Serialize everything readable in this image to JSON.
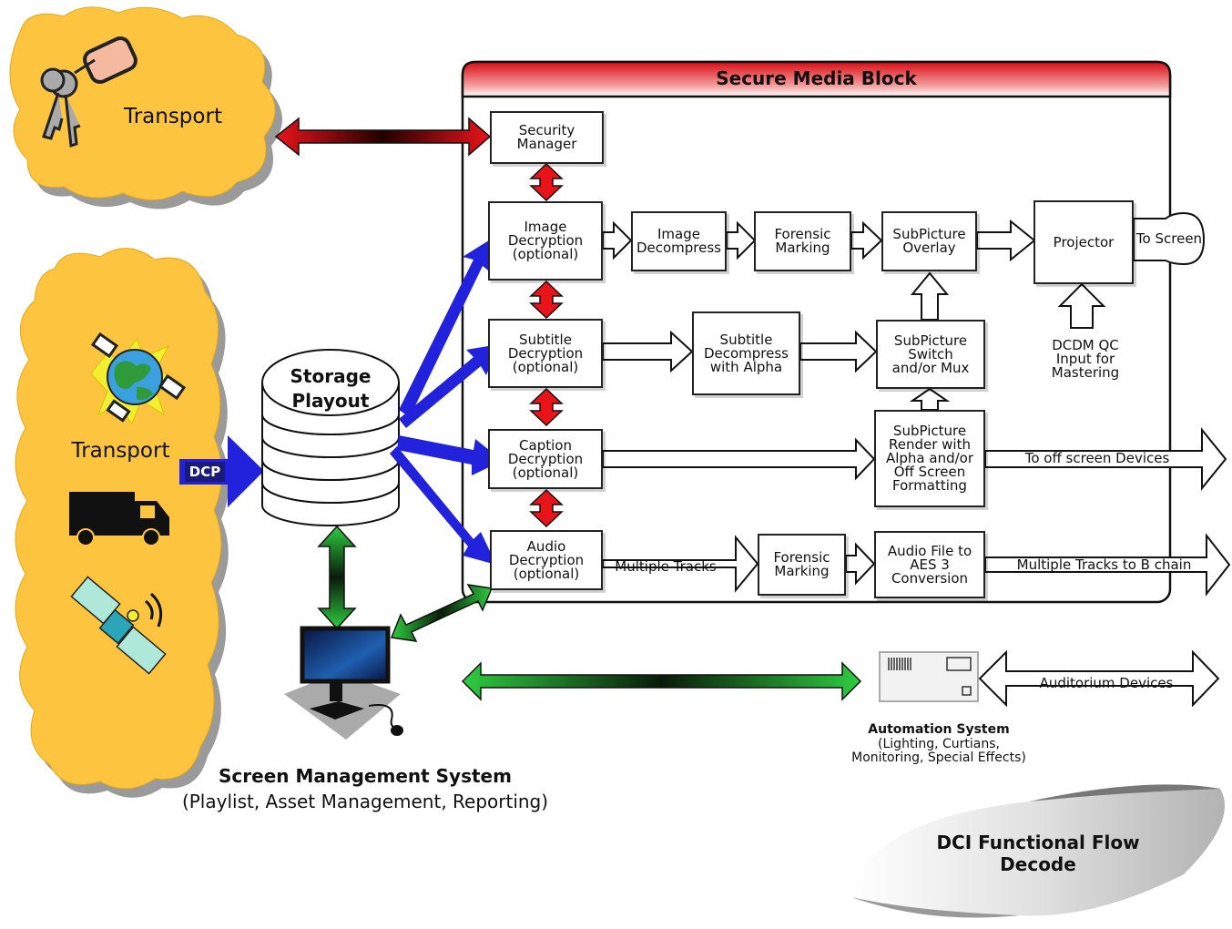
{
  "secure_media_block": {
    "title": "Secure Media Block"
  },
  "transport_top": {
    "label": "Transport"
  },
  "transport_left": {
    "label": "Transport",
    "dcp": "DCP"
  },
  "storage": {
    "label": "Storage\nPlayout"
  },
  "boxes": {
    "security_manager": "Security\nManager",
    "image_decryption": "Image\nDecryption\n(optional)",
    "image_decompress": "Image\nDecompress",
    "forensic_marking_image": "Forensic\nMarking",
    "subpicture_overlay": "SubPicture\nOverlay",
    "projector": "Projector",
    "to_screen": "To Screen",
    "subtitle_decryption": "Subtitle\nDecryption\n(optional)",
    "subtitle_decompress": "Subtitle\nDecompress\nwith Alpha",
    "subpicture_switch": "SubPicture\nSwitch\nand/or Mux",
    "caption_decryption": "Caption\nDecryption\n(optional)",
    "subpicture_render": "SubPicture\nRender with\nAlpha and/or\nOff Screen\nFormatting",
    "audio_decryption": "Audio\nDecryption\n(optional)",
    "forensic_marking_audio": "Forensic\nMarking",
    "audio_file_conversion": "Audio File to\nAES 3\nConversion"
  },
  "labels": {
    "dcdm_qc": "DCDM QC\nInput for\nMastering",
    "to_off_screen": "To off screen Devices",
    "multiple_tracks": "Multiple Tracks",
    "multiple_tracks_b": "Multiple Tracks to B chain",
    "auditorium_devices": "Auditorium Devices"
  },
  "automation": {
    "title": "Automation System",
    "subtitle": "(Lighting, Curtians,\nMonitoring, Special Effects)"
  },
  "sms": {
    "title": "Screen Management System",
    "subtitle": "(Playlist, Asset Management, Reporting)"
  },
  "footer": {
    "title": "DCI Functional Flow\nDecode"
  },
  "colors": {
    "cloud": "#fdc53f",
    "header_red": "#e8141a",
    "blue_arrow": "#2222dd",
    "red_arrow": "#e8141a",
    "green_arrow": "#22bb33"
  },
  "icons": [
    "keys-icon",
    "globe-satellite-icon",
    "truck-icon",
    "satellite-icon",
    "computer-icon",
    "automation-device-icon"
  ]
}
